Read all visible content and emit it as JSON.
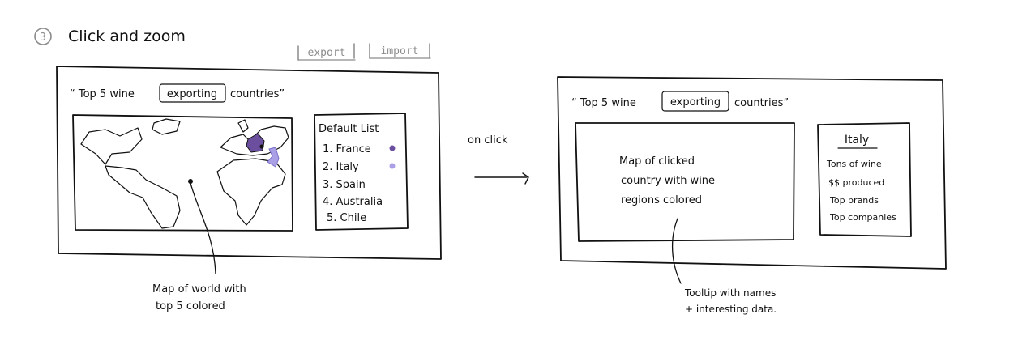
{
  "step_number": "3",
  "title": "Click and zoom",
  "toolbar": {
    "export_label": "export",
    "import_label": "import"
  },
  "panel_default": {
    "title_prefix": "“ Top 5  wine",
    "title_highlight": "exporting",
    "title_suffix": "countries”",
    "list_heading": "Default List",
    "list_items": [
      "1. France",
      "2. Italy",
      "3. Spain",
      "4. Australia",
      "5. Chile"
    ],
    "marker_colors": {
      "france": "#6b4f9e",
      "italy": "#a9a0e6"
    },
    "map_annotation": "Map of world with top 5 colored",
    "map_annotation_lines": [
      "Map of world with",
      "top 5 colored"
    ]
  },
  "transition_label": "on click",
  "panel_zoom": {
    "title_prefix": "“ Top 5  wine",
    "title_highlight": "exporting",
    "title_suffix": "countries”",
    "map_placeholder_lines": [
      "Map of clicked",
      "country with wine",
      "regions colored"
    ],
    "detail_country": "Italy",
    "detail_items": [
      "Tons of wine",
      "$$ produced",
      "Top brands",
      "Top companies"
    ],
    "tooltip_lines": [
      "Tooltip with names",
      "+ interesting data."
    ]
  }
}
